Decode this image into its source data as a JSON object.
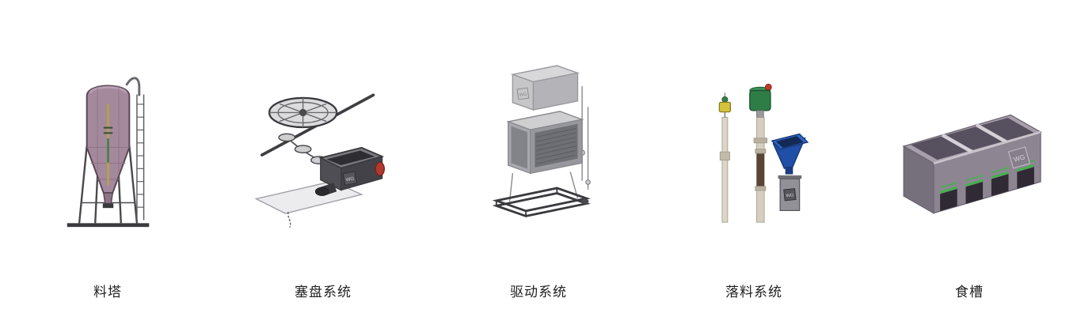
{
  "page": {
    "background": "#ffffff"
  },
  "brand": {
    "logo": "WG"
  },
  "products": [
    {
      "id": "feed-tower",
      "label": "料塔"
    },
    {
      "id": "plug-disc-system",
      "label": "塞盘系统"
    },
    {
      "id": "drive-system",
      "label": "驱动系统"
    },
    {
      "id": "drop-feed-system",
      "label": "落料系统"
    },
    {
      "id": "feed-trough",
      "label": "食槽"
    }
  ],
  "colors": {
    "silo_body": "#a4889c",
    "metal_light": "#d6d6d8",
    "metal_mid": "#a7a7ad",
    "metal_dark": "#4a4a50",
    "frame_dark": "#3a3a3e",
    "accent_red": "#b03a30",
    "accent_green": "#2e7d46",
    "accent_yellow": "#d4c23a",
    "hopper_blue": "#2a5cb8",
    "trough_gray": "#8d8692",
    "label_text": "#222222"
  }
}
